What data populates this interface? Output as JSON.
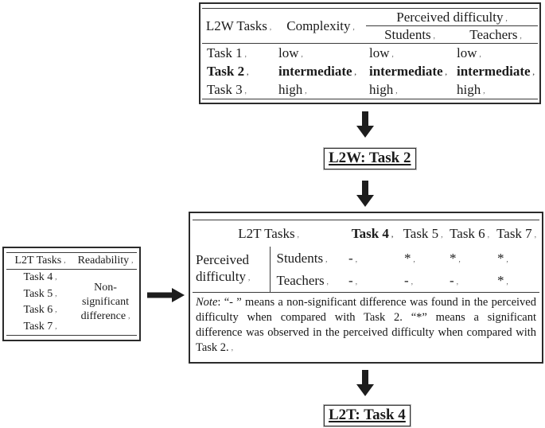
{
  "glyphs": {
    "cell_mark": ","
  },
  "top_table": {
    "col1_header": "L2W Tasks",
    "col2_header": "Complexity",
    "span_header": "Perceived difficulty",
    "sub_headers": [
      "Students",
      "Teachers"
    ],
    "rows": [
      {
        "task": "Task 1",
        "complexity": "low",
        "students": "low",
        "teachers": "low"
      },
      {
        "task": "Task 2",
        "complexity": "intermediate",
        "students": "intermediate",
        "teachers": "intermediate"
      },
      {
        "task": "Task 3",
        "complexity": "high",
        "students": "high",
        "teachers": "high"
      }
    ]
  },
  "l2w_box": {
    "label": "L2W: Task 2"
  },
  "middle_table": {
    "corner_header": "L2T Tasks",
    "task_headers": [
      "Task 4",
      "Task 5",
      "Task 6",
      "Task 7"
    ],
    "group_label": "Perceived difficulty",
    "rows": [
      {
        "label": "Students",
        "values": [
          "-",
          "*",
          "*",
          "*"
        ]
      },
      {
        "label": "Teachers",
        "values": [
          "-",
          "-",
          "-",
          "*"
        ]
      }
    ]
  },
  "note": {
    "label": "Note",
    "lines": [
      ": “- ” means a non-significant difference was found in the perceived",
      "difficulty when compared with Task 2. “*” means a significant",
      "difference was observed in the perceived difficulty when compared with",
      "Task 2."
    ]
  },
  "left_table": {
    "headers": [
      "L2T Tasks",
      "Readability"
    ],
    "tasks": [
      "Task 4",
      "Task 5",
      "Task 6",
      "Task 7"
    ],
    "readability_lines": [
      "Non-",
      "significant",
      "difference"
    ]
  },
  "l2t_box": {
    "label": "L2T: Task 4"
  }
}
